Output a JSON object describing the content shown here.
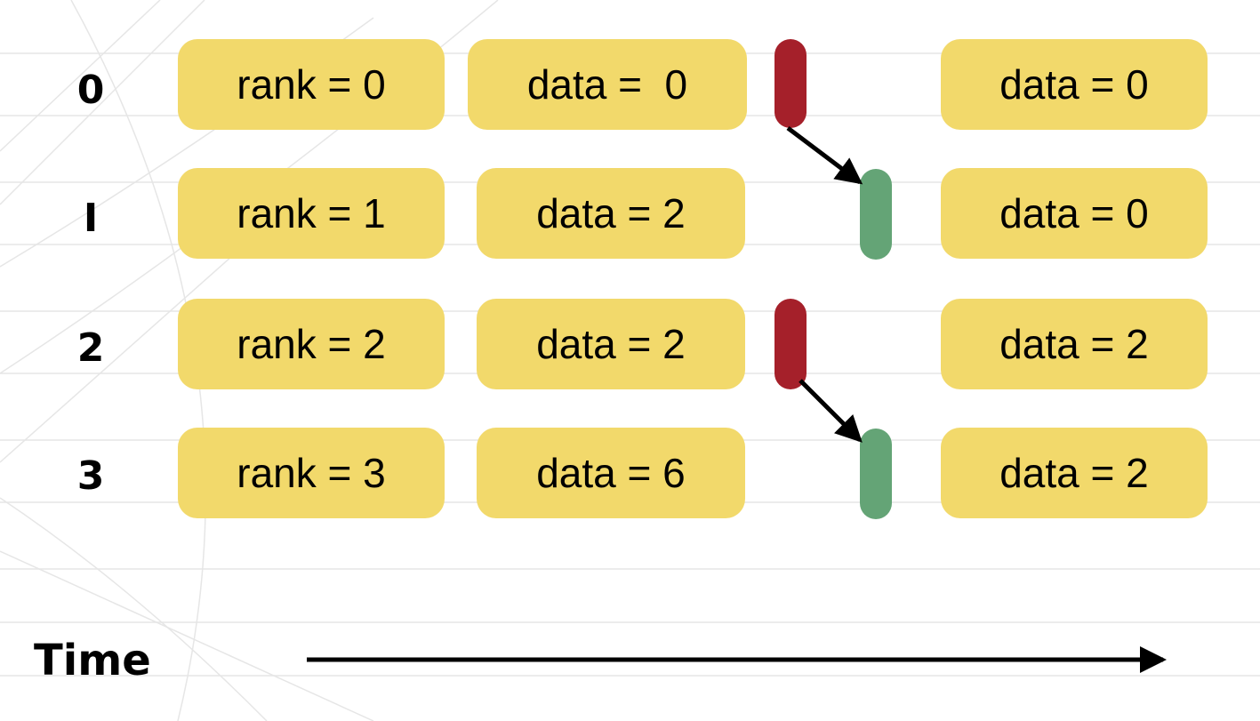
{
  "rows": [
    {
      "label": "0",
      "rank": "rank = 0",
      "data_before": "data =  0",
      "data_after": "data = 0"
    },
    {
      "label": "I",
      "rank": "rank = 1",
      "data_before": "data = 2",
      "data_after": "data = 0"
    },
    {
      "label": "2",
      "rank": "rank = 2",
      "data_before": "data = 2",
      "data_after": "data = 2"
    },
    {
      "label": "3",
      "rank": "rank = 3",
      "data_before": "data = 6",
      "data_after": "data = 2"
    }
  ],
  "time_label": "Time",
  "colors": {
    "box": "#f2d96b",
    "send": "#a5202a",
    "receive": "#64a476"
  }
}
